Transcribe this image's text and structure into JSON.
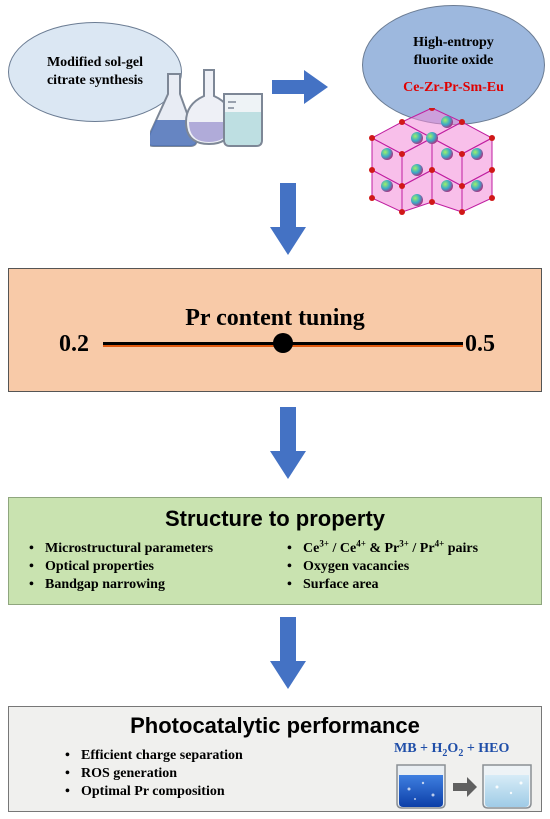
{
  "synthesis": {
    "line1": "Modified sol-gel",
    "line2": "citrate synthesis"
  },
  "oxide": {
    "line1": "High-entropy",
    "line2": "fluorite oxide",
    "formula": "Ce-Zr-Pr-Sm-Eu"
  },
  "tuning": {
    "title": "Pr content tuning",
    "min_label": "0.2",
    "max_label": "0.5",
    "marker_fraction": 0.5
  },
  "structure": {
    "title": "Structure to property",
    "left_items": [
      "Microstructural parameters",
      "Optical properties",
      "Bandgap narrowing"
    ],
    "pairs": {
      "ce": "Ce",
      "ce3": "3+",
      "ce4": "4+",
      "amp": "&",
      "pr": "Pr",
      "pr3": "3+",
      "pr4": "4+",
      "suffix": "pairs"
    },
    "right_items": [
      "Oxygen vacancies",
      "Surface area"
    ]
  },
  "photo": {
    "title": "Photocatalytic performance",
    "items": [
      "Efficient charge separation",
      "ROS generation",
      "Optimal Pr composition"
    ],
    "reaction": {
      "mb": "MB + H",
      "sub": "2",
      "mid": "O",
      "end": " + HEO"
    }
  },
  "colors": {
    "arrow": "#4472c4",
    "ellipse_left": "#dbe7f3",
    "ellipse_right": "#9db8de",
    "tuning_box": "#f8caa8",
    "structure_box": "#c9e3b0",
    "photo_box": "#f0f0ee",
    "formula": "#e00000",
    "slider_line": "#e05a10",
    "reaction_text": "#1f4ea8"
  }
}
